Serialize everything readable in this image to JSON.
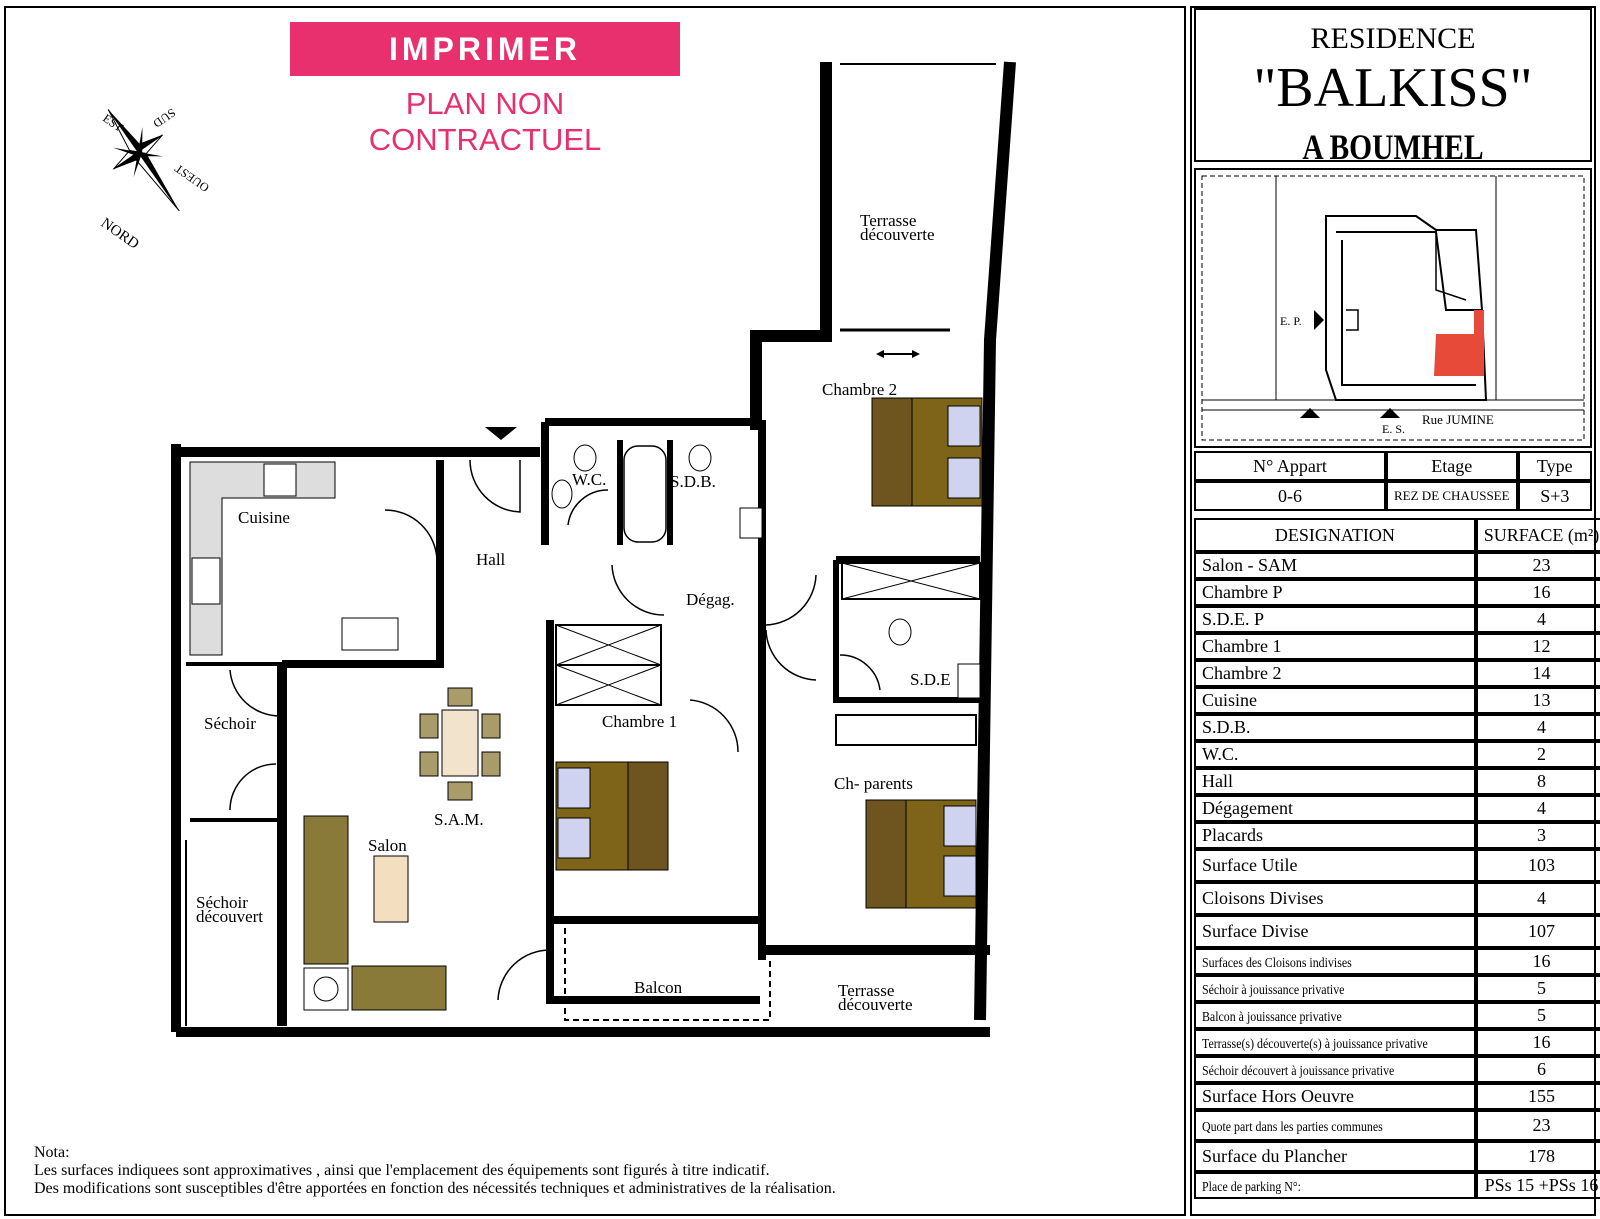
{
  "header": {
    "print_button": "IMPRIMER",
    "non_contractual": "PLAN NON CONTRACTUEL"
  },
  "compass": {
    "nord": "NORD",
    "sud": "SUD",
    "est": "EST",
    "ouest": "OUEST"
  },
  "residence": {
    "line1": "RESIDENCE",
    "name": "\"BALKISS\"",
    "location": "A BOUMHEL"
  },
  "site_plan": {
    "ep_label": "E. P.",
    "es_label": "E. S.",
    "street": "Rue JUMINE",
    "highlight_color": "#e84a3a"
  },
  "rooms": {
    "terrasse_top": [
      "Terrasse",
      "découverte"
    ],
    "chambre2": "Chambre 2",
    "wc": "W.C.",
    "sdb": "S.D.B.",
    "cuisine": "Cuisine",
    "hall": "Hall",
    "degag": "Dégag.",
    "sde": "S.D.E",
    "sechoir": "Séchoir",
    "chambre1": "Chambre 1",
    "sam": "S.A.M.",
    "salon": "Salon",
    "ch_parents": "Ch- parents",
    "sechoir_decouvert": [
      "Séchoir",
      "découvert"
    ],
    "balcon": "Balcon",
    "terrasse_bottom": [
      "Terrasse",
      "découverte"
    ]
  },
  "nota": {
    "title": "Nota:",
    "line1": "Les surfaces indiquees sont approximatives , ainsi que l'emplacement des équipements sont figurés à titre indicatif.",
    "line2": "Des modifications sont susceptibles d'être apportées en fonction des nécessités techniques et administratives de la réalisation."
  },
  "apartment": {
    "headers": [
      "N° Appart",
      "Etage",
      "Type"
    ],
    "values": [
      "0-6",
      "REZ DE CHAUSSEE",
      "S+3"
    ]
  },
  "surfaces": {
    "headers": [
      "DESIGNATION",
      "SURFACE (m²)"
    ],
    "rows": [
      {
        "label": "Salon - SAM",
        "value": "23"
      },
      {
        "label": "Chambre P",
        "value": "16"
      },
      {
        "label": "S.D.E. P",
        "value": "4"
      },
      {
        "label": "Chambre 1",
        "value": "12"
      },
      {
        "label": "Chambre 2",
        "value": "14"
      },
      {
        "label": "Cuisine",
        "value": "13"
      },
      {
        "label": "S.D.B.",
        "value": "4"
      },
      {
        "label": "W.C.",
        "value": "2"
      },
      {
        "label": "Hall",
        "value": "8"
      },
      {
        "label": "Dégagement",
        "value": "4"
      },
      {
        "label": "Placards",
        "value": "3"
      },
      {
        "label": "Surface Utile",
        "value": "103"
      },
      {
        "label": "Cloisons Divises",
        "value": "4"
      },
      {
        "label": "Surface Divise",
        "value": "107"
      },
      {
        "label": "Surfaces des Cloisons indivises",
        "value": "16"
      },
      {
        "label": "Séchoir à jouissance privative",
        "value": "5"
      },
      {
        "label": "Balcon à jouissance privative",
        "value": "5"
      },
      {
        "label": "Terrasse(s) découverte(s) à jouissance privative",
        "value": "16"
      },
      {
        "label": "Séchoir  découvert à jouissance privative",
        "value": "6"
      },
      {
        "label": "Surface Hors Oeuvre",
        "value": "155"
      },
      {
        "label": "Quote part dans les parties communes",
        "value": "23"
      },
      {
        "label": "Surface du Plancher",
        "value": "178"
      },
      {
        "label": "Place de parking N°:",
        "value": "PSs 15 +PSs 16"
      }
    ]
  }
}
